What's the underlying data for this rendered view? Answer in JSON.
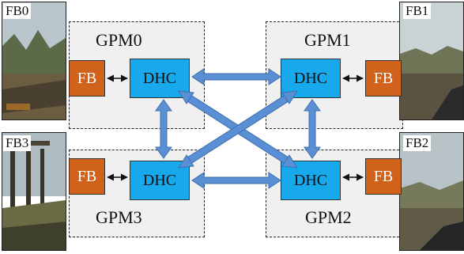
{
  "gpms": [
    {
      "id": "gpm0",
      "label": "GPM0"
    },
    {
      "id": "gpm1",
      "label": "GPM1"
    },
    {
      "id": "gpm3",
      "label": "GPM3"
    },
    {
      "id": "gpm2",
      "label": "GPM2"
    }
  ],
  "fb_label": "FB",
  "dhc_label": "DHC",
  "screenshots": [
    {
      "id": "fb0",
      "label": "FB0"
    },
    {
      "id": "fb1",
      "label": "FB1"
    },
    {
      "id": "fb3",
      "label": "FB3"
    },
    {
      "id": "fb2",
      "label": "FB2"
    }
  ],
  "colors": {
    "fb": "#d0621b",
    "dhc": "#18a8ec",
    "arrow": "#5b8fd4",
    "gpm_bg": "#f0f0f0"
  }
}
